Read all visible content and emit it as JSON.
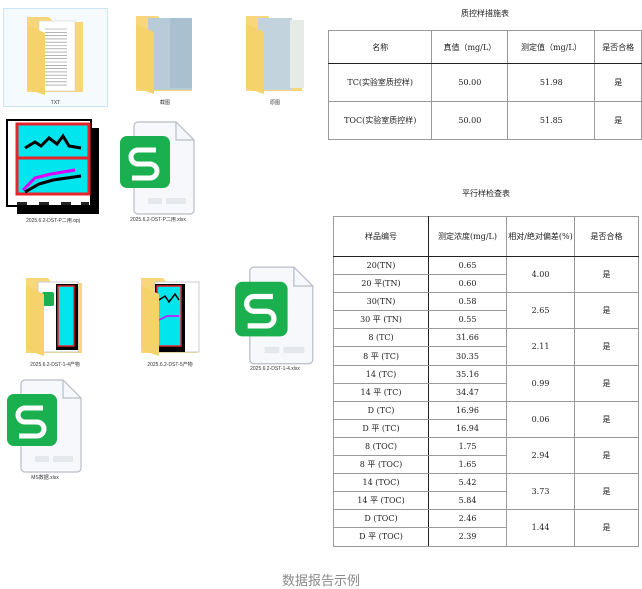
{
  "files": [
    {
      "name": "TXT",
      "type": "folder"
    },
    {
      "name": "截图",
      "type": "folder"
    },
    {
      "name": "原图",
      "type": "folder"
    },
    {
      "name": "2025.6.2-DST-P二用.opj",
      "type": "origin"
    },
    {
      "name": "2025.6.2-DST-P二用.xlsx",
      "type": "xlsx"
    },
    {
      "name": "2025.6.2-DST-1-4产物",
      "type": "folder"
    },
    {
      "name": "2025.6.2-DST-5产物",
      "type": "folder"
    },
    {
      "name": "2025.6.2-DST-1-4.xlsx",
      "type": "xlsx"
    },
    {
      "name": "MS数据.xlsx",
      "type": "xlsx"
    }
  ],
  "qc_table": {
    "title": "质控样措施表",
    "headers": [
      "名称",
      "真值（mg/L）",
      "测定值（mg/L）",
      "是否合格"
    ],
    "rows": [
      [
        "TC(实验室质控样)",
        "50.00",
        "51.98",
        "是"
      ],
      [
        "TOC(实验室质控样)",
        "50.00",
        "51.85",
        "是"
      ]
    ]
  },
  "parallel_table": {
    "title": "平行样检查表",
    "headers": [
      "样品编号",
      "测定浓度(mg/L)",
      "相对/绝对偏差(%)",
      "是否合格"
    ],
    "groups": [
      {
        "rows": [
          [
            "20(TN)",
            "0.65"
          ],
          [
            "20 平(TN)",
            "0.60"
          ]
        ],
        "dev": "4.00",
        "ok": "是"
      },
      {
        "rows": [
          [
            "30(TN)",
            "0.58"
          ],
          [
            "30 平 (TN)",
            "0.55"
          ]
        ],
        "dev": "2.65",
        "ok": "是"
      },
      {
        "rows": [
          [
            "8 (TC)",
            "31.66"
          ],
          [
            "8 平 (TC)",
            "30.35"
          ]
        ],
        "dev": "2.11",
        "ok": "是"
      },
      {
        "rows": [
          [
            "14 (TC)",
            "35.16"
          ],
          [
            "14 平 (TC)",
            "34.47"
          ]
        ],
        "dev": "0.99",
        "ok": "是"
      },
      {
        "rows": [
          [
            "D (TC)",
            "16.96"
          ],
          [
            "D 平 (TC)",
            "16.94"
          ]
        ],
        "dev": "0.06",
        "ok": "是"
      },
      {
        "rows": [
          [
            "8 (TOC)",
            "1.75"
          ],
          [
            "8 平 (TOC)",
            "1.65"
          ]
        ],
        "dev": "2.94",
        "ok": "是"
      },
      {
        "rows": [
          [
            "14 (TOC)",
            "5.42"
          ],
          [
            "14 平 (TOC)",
            "5.84"
          ]
        ],
        "dev": "3.73",
        "ok": "是"
      },
      {
        "rows": [
          [
            "D (TOC)",
            "2.46"
          ],
          [
            "D 平 (TOC)",
            "2.39"
          ]
        ],
        "dev": "1.44",
        "ok": "是"
      }
    ]
  },
  "caption": "数据报告示例",
  "colors": {
    "folder": "#f7d77a",
    "xlsx": "#1aaf4f",
    "origin_bg": "#00e5ee",
    "origin_frame": "#e8232a"
  }
}
